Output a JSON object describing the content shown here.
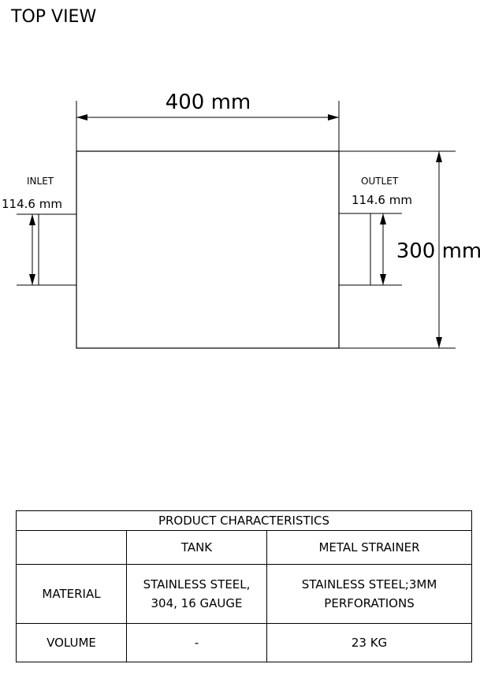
{
  "view": {
    "title": "TOP VIEW"
  },
  "dimensions": {
    "width_label": "400 mm",
    "height_label": "300 mm",
    "inlet": {
      "label": "INLET",
      "size": "114.6 mm"
    },
    "outlet": {
      "label": "OUTLET",
      "size": "114.6 mm"
    }
  },
  "table": {
    "title": "PRODUCT CHARACTERISTICS",
    "columns": [
      "",
      "TANK",
      "METAL STRAINER"
    ],
    "rows": [
      {
        "label": "MATERIAL",
        "tank": [
          "STAINLESS STEEL,",
          "304, 16 GAUGE"
        ],
        "strainer": [
          "STAINLESS STEEL;3MM",
          "PERFORATIONS"
        ]
      },
      {
        "label": "VOLUME",
        "tank": [
          "-"
        ],
        "strainer": [
          "23 KG"
        ]
      }
    ]
  }
}
